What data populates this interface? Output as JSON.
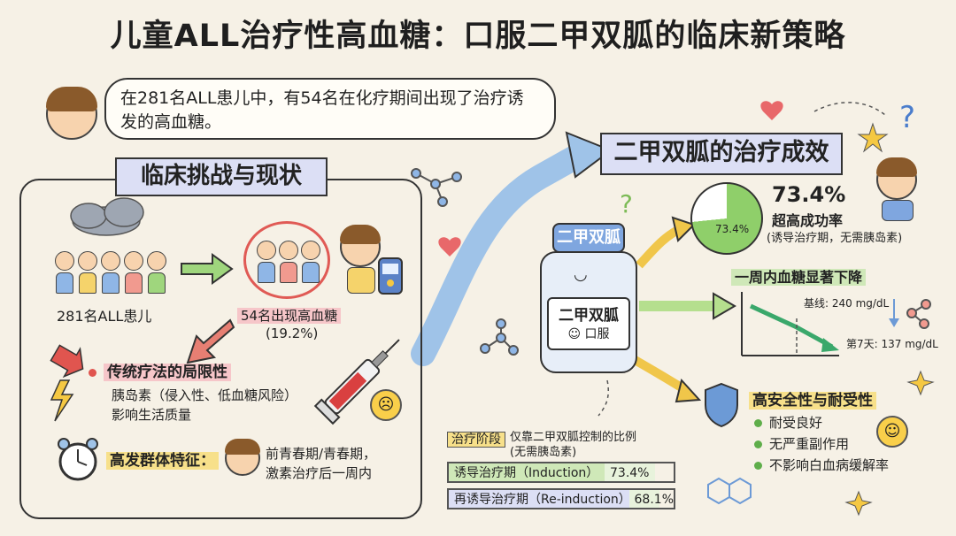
{
  "title": "儿童ALL治疗性高血糖：口服二甲双胍的临床新策略",
  "intro": "在281名ALL患儿中，有54名在化疗期间出现了治疗诱发的高血糖。",
  "challenge": {
    "banner": "临床挑战与现状",
    "group_label": "281名ALL患儿",
    "affected_label": "54名出现高血糖",
    "affected_pct": "(19.2%)",
    "limit_title": "传统疗法的局限性",
    "limit_line1": "胰岛素（侵入性、低血糖风险）",
    "limit_line2": "影响生活质量",
    "risk_title": "高发群体特征：",
    "risk_line1": "前青春期/青春期，",
    "risk_line2": "激素治疗后一周内"
  },
  "drug": {
    "cap": "二甲双胍",
    "label_name": "二甲双胍",
    "label_route": "口服"
  },
  "efficacy": {
    "banner": "二甲双胍的治疗成效",
    "pie_pct": 73.4,
    "pie_label": "73.4%",
    "rate": "73.4%",
    "rate_title": "超高成功率",
    "rate_note": "(诱导治疗期，无需胰岛素)",
    "glucose_title": "一周内血糖显著下降",
    "baseline": "基线: 240 mg/dL",
    "day7": "第7天: 137 mg/dL",
    "safety_title": "高安全性与耐受性",
    "safety_items": [
      "耐受良好",
      "无严重副作用",
      "不影响白血病缓解率"
    ]
  },
  "table": {
    "header_stage": "治疗阶段",
    "header_ratio_line1": "仅靠二甲双胍控制的比例",
    "header_ratio_line2": "(无需胰岛素)",
    "rows": [
      {
        "stage": "诱导治疗期（Induction）",
        "value": "73.4%",
        "pct": 73.4
      },
      {
        "stage": "再诱导治疗期（Re-induction）",
        "value": "68.1%",
        "pct": 68.1
      }
    ]
  },
  "colors": {
    "accent_blue": "#7fa6df",
    "green": "#8fcf6a",
    "red": "#e05a55",
    "yellow": "#f7e08a",
    "banner": "#dcdff5"
  }
}
